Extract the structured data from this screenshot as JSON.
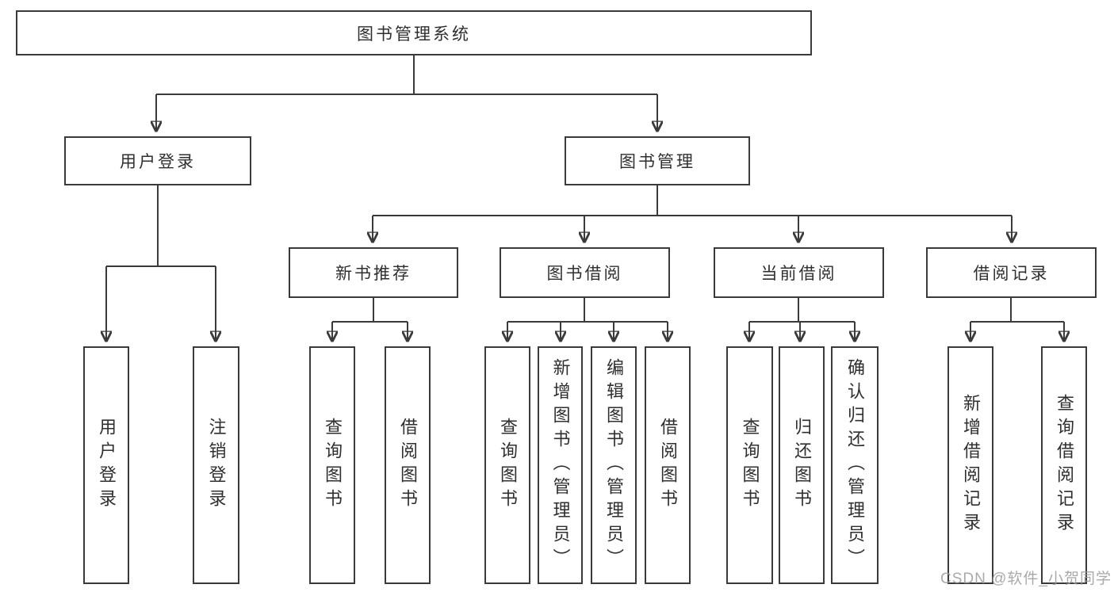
{
  "diagram": {
    "root": {
      "label": "图书管理系统"
    },
    "level2": [
      {
        "label": "用户登录"
      },
      {
        "label": "图书管理"
      }
    ],
    "level3": [
      {
        "label": "新书推荐"
      },
      {
        "label": "图书借阅"
      },
      {
        "label": "当前借阅"
      },
      {
        "label": "借阅记录"
      }
    ],
    "leaves": {
      "user_login": [
        "用户登录",
        "注销登录"
      ],
      "new_books": [
        "查询图书",
        "借阅图书"
      ],
      "book_borrow": [
        "查询图书",
        "新增图书（管理员）",
        "编辑图书（管理员）",
        "借阅图书"
      ],
      "current_borrow": [
        "查询图书",
        "归还图书",
        "确认归还（管理员）"
      ],
      "borrow_records": [
        "新增借阅记录",
        "查询借阅记录"
      ]
    },
    "watermark": "CSDN @软件_小贺同学",
    "colors": {
      "line": "#3a3a3a",
      "text": "#2f2f2f",
      "watermark": "#9b9b9b",
      "background": "#ffffff"
    }
  }
}
